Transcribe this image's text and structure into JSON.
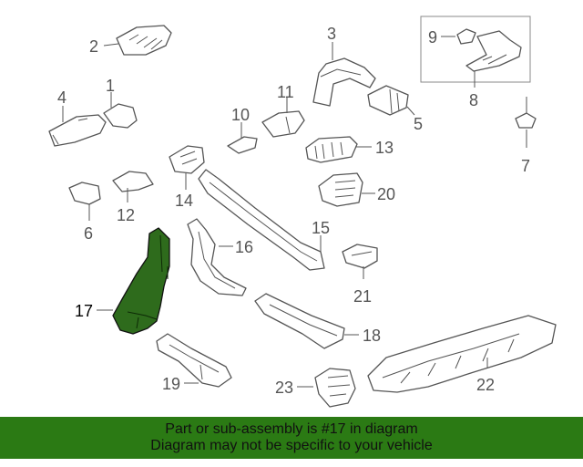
{
  "callouts": [
    {
      "id": "1",
      "text": "1"
    },
    {
      "id": "2",
      "text": "2"
    },
    {
      "id": "3",
      "text": "3"
    },
    {
      "id": "4",
      "text": "4"
    },
    {
      "id": "5",
      "text": "5"
    },
    {
      "id": "6",
      "text": "6"
    },
    {
      "id": "7",
      "text": "7"
    },
    {
      "id": "8",
      "text": "8"
    },
    {
      "id": "9",
      "text": "9"
    },
    {
      "id": "10",
      "text": "10"
    },
    {
      "id": "11",
      "text": "11"
    },
    {
      "id": "12",
      "text": "12"
    },
    {
      "id": "13",
      "text": "13"
    },
    {
      "id": "14",
      "text": "14"
    },
    {
      "id": "15",
      "text": "15"
    },
    {
      "id": "16",
      "text": "16"
    },
    {
      "id": "17",
      "text": "17"
    },
    {
      "id": "18",
      "text": "18"
    },
    {
      "id": "19",
      "text": "19"
    },
    {
      "id": "20",
      "text": "20"
    },
    {
      "id": "21",
      "text": "21"
    },
    {
      "id": "22",
      "text": "22"
    },
    {
      "id": "23",
      "text": "23"
    }
  ],
  "highlighted_part": "17",
  "highlight_color": "#2e6b1c",
  "banner": {
    "line1": "Part or sub-assembly is #17 in diagram",
    "line2": "Diagram may not be specific to your vehicle",
    "color": "#2b7a14"
  }
}
